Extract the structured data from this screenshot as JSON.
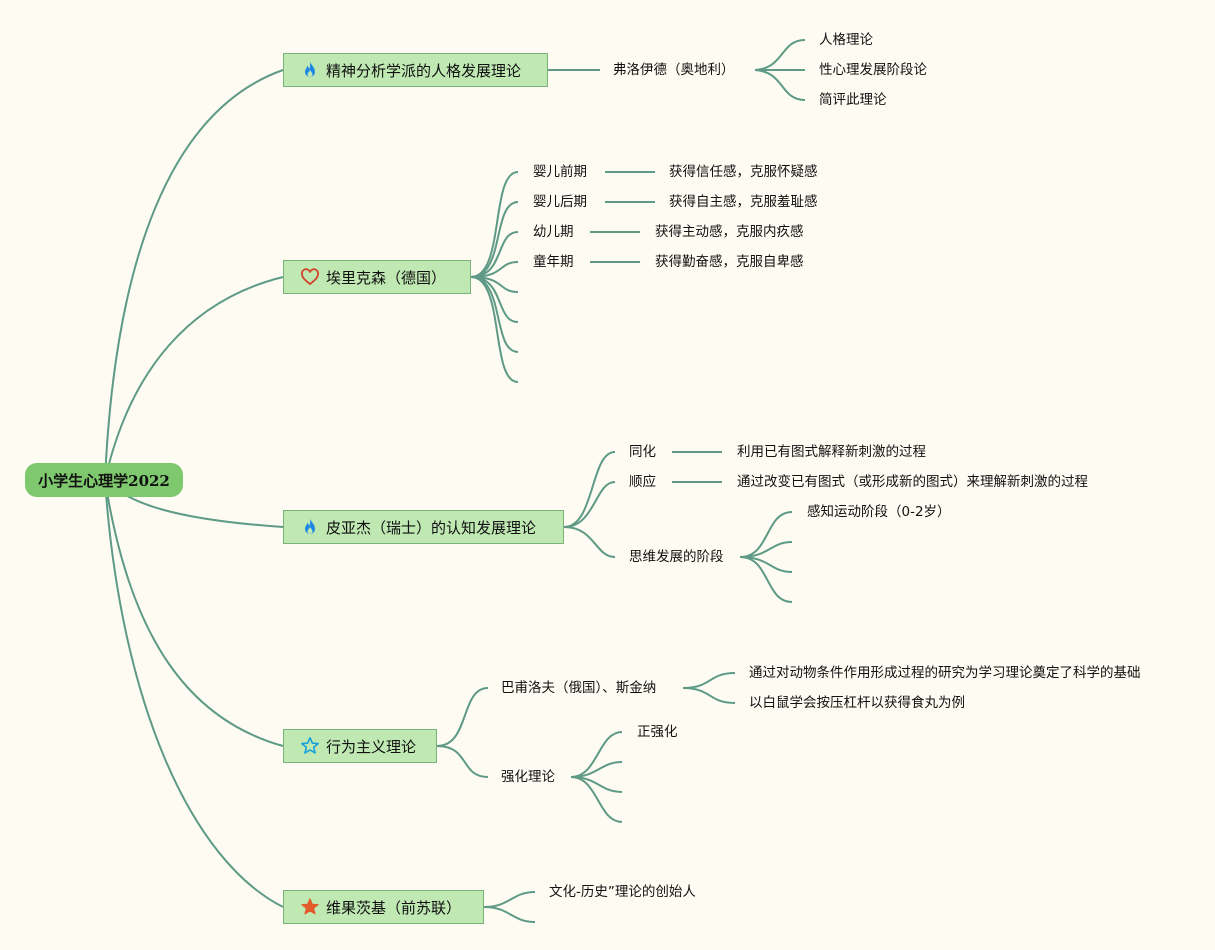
{
  "root": {
    "label": "小学生心理学2022"
  },
  "branches": {
    "freud": {
      "label": "精神分析学派的人格发展理论",
      "icon": "fire-icon",
      "person": "弗洛伊德（奥地利）",
      "leaves": [
        "人格理论",
        "性心理发展阶段论",
        "简评此理论"
      ]
    },
    "erikson": {
      "label": "埃里克森（德国）",
      "icon": "heart-icon",
      "stages": [
        {
          "name": "婴儿前期",
          "task": "获得信任感，克服怀疑感"
        },
        {
          "name": "婴儿后期",
          "task": "获得自主感，克服羞耻感"
        },
        {
          "name": "幼儿期",
          "task": "获得主动感，克服内疚感"
        },
        {
          "name": "童年期",
          "task": "获得勤奋感，克服自卑感"
        }
      ]
    },
    "piaget": {
      "label": "皮亚杰（瑞士）的认知发展理论",
      "icon": "fire-icon",
      "assimilation": {
        "name": "同化",
        "desc": "利用已有图式解释新刺激的过程"
      },
      "accommodation": {
        "name": "顺应",
        "desc": "通过改变已有图式（或形成新的图式）来理解新刺激的过程"
      },
      "stages": {
        "name": "思维发展的阶段",
        "first": "感知运动阶段（0-2岁）"
      }
    },
    "behaviorism": {
      "label": "行为主义理论",
      "icon": "star-outline-icon",
      "pavlov": {
        "name": "巴甫洛夫（俄国）、斯金纳",
        "leaves": [
          "通过对动物条件作用形成过程的研究为学习理论奠定了科学的基础",
          "以白鼠学会按压杠杆以获得食丸为例"
        ]
      },
      "reinforcement": {
        "name": "强化理论",
        "first": "正强化"
      }
    },
    "vygotsky": {
      "label": "维果茨基（前苏联）",
      "icon": "star-filled-icon",
      "leaf": "文化-历史”理论的创始人"
    }
  },
  "colors": {
    "background": "#fdfbf2",
    "line": "#5e9a86",
    "root_fill": "#7ec86e",
    "topic_fill": "#bfe8b3",
    "topic_border": "#7bb27a",
    "fire": "#1e88e5",
    "heart": "#d2452b",
    "star_outline": "#1aa0d8",
    "star_filled": "#e35a2b"
  }
}
